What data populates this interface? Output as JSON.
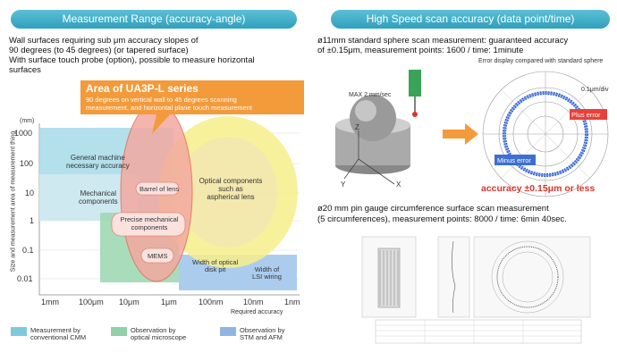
{
  "left": {
    "header": "Measurement Range (accuracy-angle)",
    "description": [
      "Wall surfaces requiring sub μm accuracy slopes of",
      "90 degrees (to 45 degrees) (or tapered surface)",
      "With surface touch probe (option), possible to measure horizontal",
      "surfaces"
    ],
    "callout": {
      "title": "Area of UA3P-L series",
      "text": [
        "90 degrees on vertical wall to 45 degrees scanning",
        "measurement, and horizontal plane touch measurement"
      ]
    },
    "chart": {
      "ylabel": "Size and measurement area of measurement thing",
      "yunit": "(mm)",
      "yticks": [
        "1000",
        "100",
        "10",
        "1",
        "0.1",
        "0.01"
      ],
      "xticks": [
        "1mm",
        "100μm",
        "10μm",
        "1μm",
        "100nm",
        "10nm",
        "1nm"
      ],
      "xlabel": "Required accuracy",
      "labels": {
        "general": [
          "General machine",
          "necessary accuracy"
        ],
        "mechanical": [
          "Mechanical",
          "components"
        ],
        "barrel": "Barrel of lens",
        "precise": [
          "Precise mechanical",
          "components"
        ],
        "optical": [
          "Optical components",
          "such as",
          "aspherical lens"
        ],
        "mems": "MEMS",
        "optical_disk": [
          "Width of optical",
          "disk pit"
        ],
        "lsi": [
          "Width of",
          "LSI wiring"
        ]
      }
    },
    "legend": [
      {
        "text": [
          "Measurement by",
          "conventional CMM"
        ],
        "color": "#7fc9dd"
      },
      {
        "text": [
          "Observation by",
          "optical microscope"
        ],
        "color": "#8fd1a8"
      },
      {
        "text": [
          "Observation by",
          "STM and AFM"
        ],
        "color": "#8fb6e3"
      }
    ]
  },
  "right": {
    "header": "High Speed scan accuracy (data point/time)",
    "top_text": [
      "ø11mm standard sphere scan measurement: guaranteed accuracy",
      "of ±0.15μm, measurement points: 1600 / time: 1minute"
    ],
    "error_display": "Error display compared with standard sphere",
    "max_speed": "MAX 2 mm/sec",
    "scale": "0.1μm/div",
    "plus_error": "Plus error",
    "minus_error": "Minus error",
    "accuracy": "accuracy ±0.15μm or less",
    "axes": {
      "z": "Z",
      "y": "Y",
      "x": "X"
    },
    "bottom_text": [
      "ø20 mm pin gauge circumference surface scan measurement",
      "(5 circumferences), measurement points: 8000 / time: 6min 40sec."
    ]
  },
  "colors": {
    "header": "#2f9fbd",
    "callout": "#f39a3a",
    "accuracy": "#d9342b",
    "plus_error_bg": "#e8413a",
    "minus_error_bg": "#3d6fd0"
  }
}
